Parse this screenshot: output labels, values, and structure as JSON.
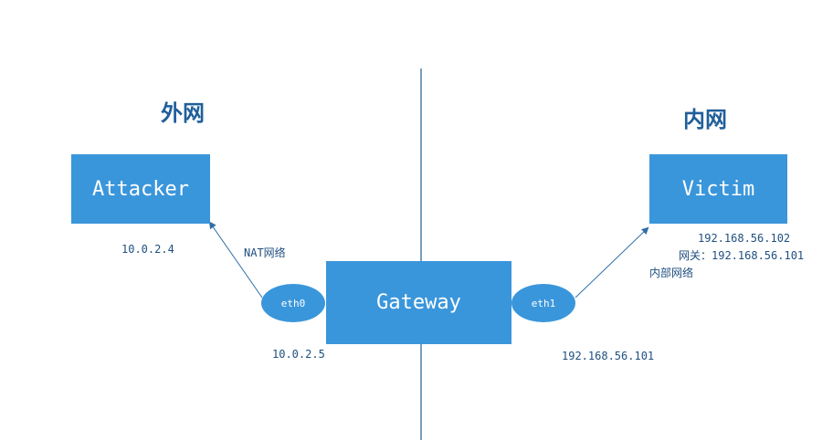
{
  "zones": {
    "left_label": "外网",
    "right_label": "内网"
  },
  "nodes": {
    "attacker": {
      "label": "Attacker",
      "ip": "10.0.2.4"
    },
    "victim": {
      "label": "Victim",
      "ip": "192.168.56.102",
      "gateway": "网关：192.168.56.101"
    },
    "gateway": {
      "label": "Gateway"
    }
  },
  "interfaces": {
    "eth0": {
      "label": "eth0",
      "ip": "10.0.2.5"
    },
    "eth1": {
      "label": "eth1",
      "ip": "192.168.56.101"
    }
  },
  "links": {
    "nat": "NAT网络",
    "internal": "内部网络"
  },
  "colors": {
    "node_fill": "#3a96db",
    "divider": "#1f5f8f",
    "arrow": "#2f6fa8"
  }
}
